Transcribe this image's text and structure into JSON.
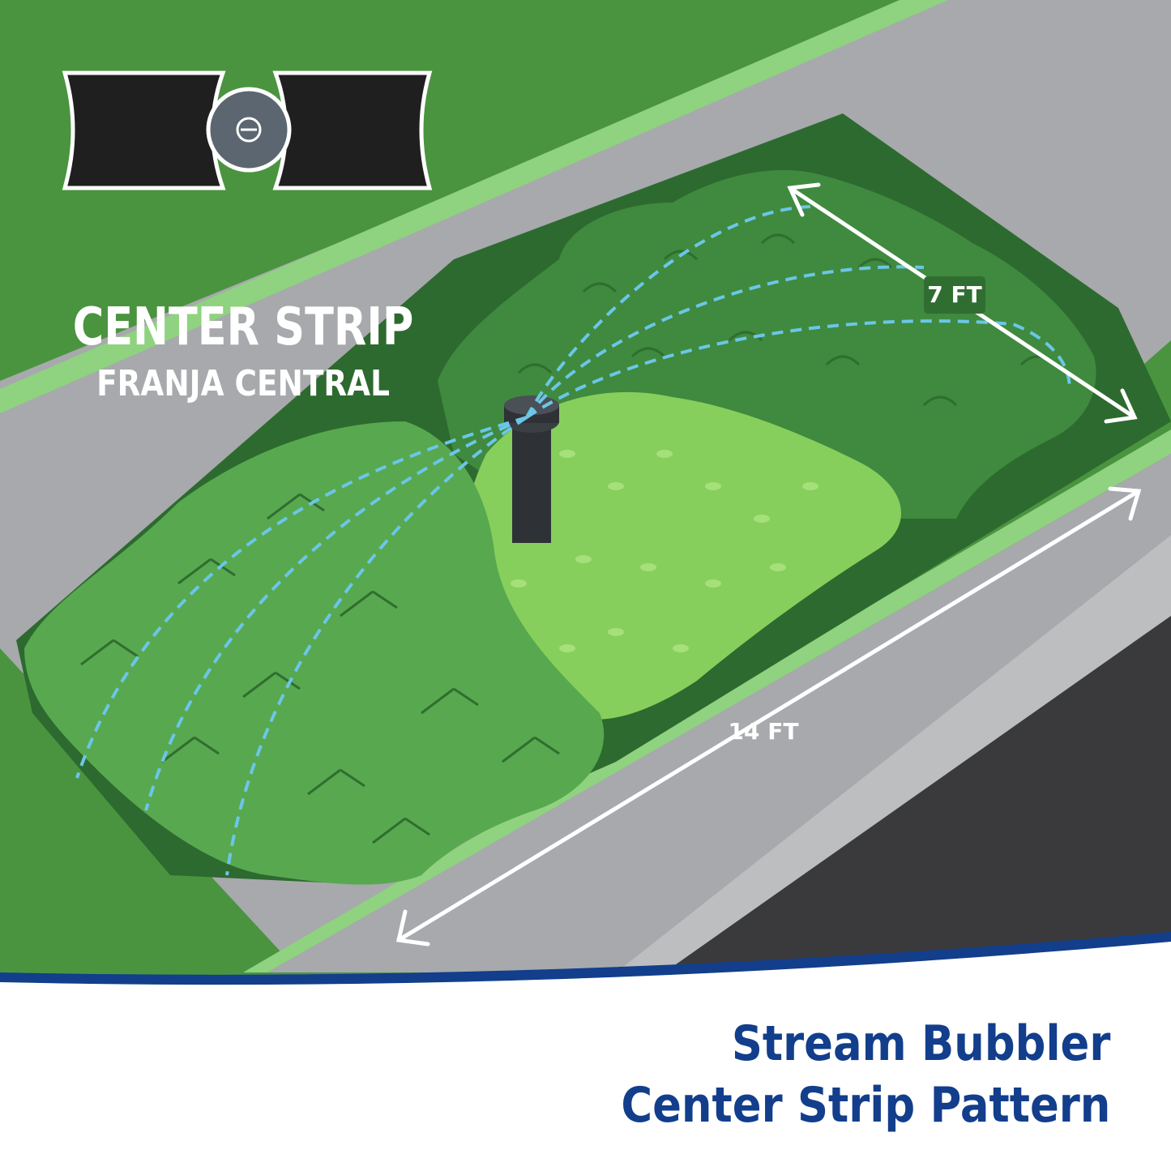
{
  "heading": {
    "title": "CENTER STRIP",
    "subtitle": "FRANJA CENTRAL"
  },
  "dimensions": {
    "width_label": "7 FT",
    "length_label": "14 FT"
  },
  "caption": {
    "line1": "Stream Bubbler",
    "line2": "Center Strip Pattern"
  },
  "colors": {
    "lawn": "#4a9440",
    "lawn_edge": "#8fd27f",
    "sidewalk": "#a7a9ac",
    "curb": "#bcbec0",
    "road": "#3a3a3c",
    "dark_bed": "#2d6a2f",
    "foliage_dark": "#3f8a3e",
    "foliage_mid": "#58a84f",
    "foliage_light": "#86cf5c",
    "spray": "#6bc6e8",
    "caption_blue": "#123e8c",
    "nozzle_gray": "#5b6670"
  },
  "icons": {
    "pattern_icon": "center-strip-pattern-icon",
    "nozzle": "bubbler-nozzle-icon"
  }
}
